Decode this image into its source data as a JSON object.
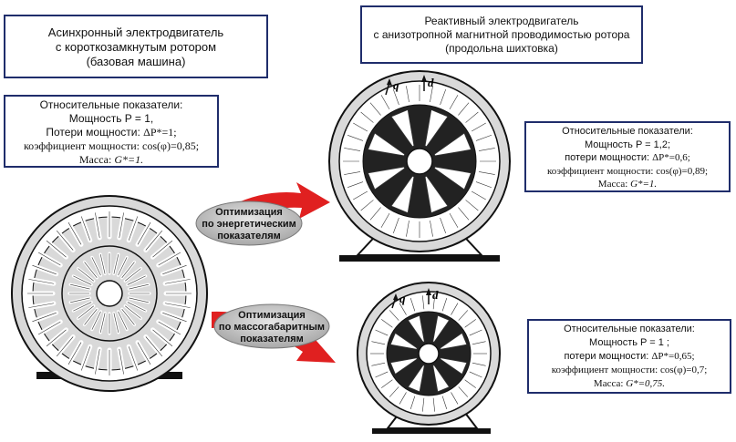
{
  "base_title": {
    "line1": "Асинхронный электродвигатель",
    "line2": "с короткозамкнутым ротором",
    "line3": "(базовая машина)"
  },
  "reactive_title": {
    "line1": "Реактивный электродвигатель",
    "line2": "с анизотропной магнитной проводимостью ротора",
    "line3": "(продольна шихтовка)"
  },
  "base_indicators": {
    "heading": "Относительные показатели:",
    "power": "Мощность  P = 1,",
    "losses_label": "Потери мощности:   ",
    "losses_value": "ΔP*=1;",
    "cos_label": "коэффициент мощности: ",
    "cos_value": "cos(φ)=0,85;",
    "mass_label": "Масса: ",
    "mass_value": "G*=1."
  },
  "energy_indicators": {
    "heading": "Относительные показатели:",
    "power": "Мощность  P = 1,2;",
    "losses_label": "потери мощности:  ",
    "losses_value": "ΔP*=0,6;",
    "cos_label": "коэффициент  мощности: ",
    "cos_value": "cos(φ)=0,89;",
    "mass_label": "Масса: ",
    "mass_value": "G*=1."
  },
  "mass_indicators": {
    "heading": "Относительные показатели:",
    "power": "Мощность  P = 1 ;",
    "losses_label": "потери мощности:  ",
    "losses_value": "ΔP*=0,65;",
    "cos_label": "коэффициент  мощности: ",
    "cos_value": "cos(φ)=0,7;",
    "mass_label": "Масса: ",
    "mass_value": "G*=0,75."
  },
  "opt_energy": {
    "line1": "Оптимизация",
    "line2": "по энергетическим",
    "line3": "показателям"
  },
  "opt_mass": {
    "line1": "Оптимизация",
    "line2": "по массогабаритным",
    "line3": "показателям"
  },
  "axis_labels": {
    "q": "q",
    "d": "d"
  },
  "colors": {
    "box_border": "#1f2d6b",
    "arrow_red": "#e02020",
    "oval_grey": "#b8b8b8",
    "stator_grey": "#d9d9d9"
  }
}
